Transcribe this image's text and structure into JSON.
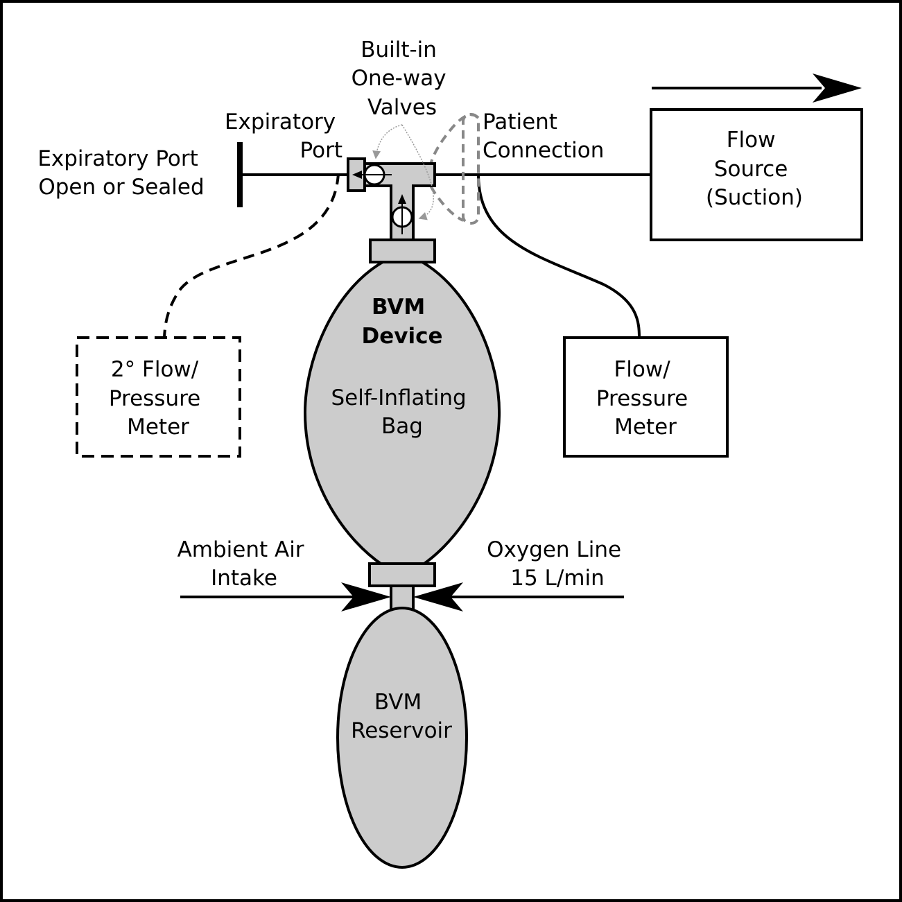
{
  "colors": {
    "bag_fill": "#cccccc",
    "stroke": "#000000",
    "dashed_gray": "#888888",
    "background": "#ffffff"
  },
  "labels": {
    "expiratory_port_open_sealed": [
      "Expiratory Port",
      "Open or Sealed"
    ],
    "expiratory_port": [
      "Expiratory",
      "Port"
    ],
    "builtin_valves": [
      "Built-in",
      "One-way",
      "Valves"
    ],
    "patient_connection": [
      "Patient",
      "Connection"
    ],
    "flow_source": [
      "Flow",
      "Source",
      "(Suction)"
    ],
    "secondary_meter": [
      "2° Flow/",
      "Pressure",
      "Meter"
    ],
    "flow_pressure_meter": [
      "Flow/",
      "Pressure",
      "Meter"
    ],
    "bvm_device": [
      "BVM",
      "Device"
    ],
    "self_inflating_bag": [
      "Self-Inflating",
      "Bag"
    ],
    "ambient_air_intake": [
      "Ambient Air",
      "Intake"
    ],
    "oxygen_line": [
      "Oxygen Line",
      "15 L/min"
    ],
    "bvm_reservoir": [
      "BVM",
      "Reservoir"
    ]
  }
}
